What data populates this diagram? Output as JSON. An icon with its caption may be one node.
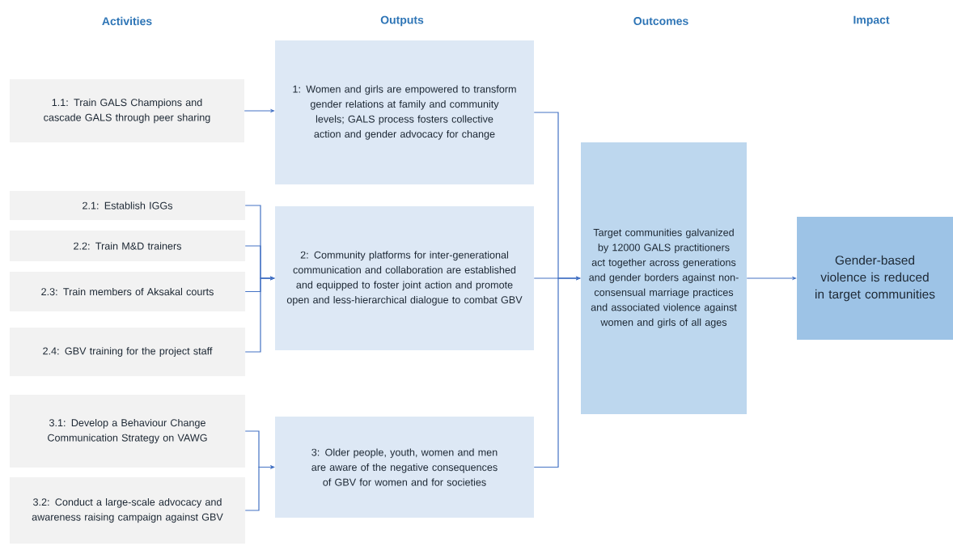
{
  "diagram": {
    "nodes": [
      {
        "text": [
          "1.1: Train GALS Champions and cascade GALS through peer sharing"
        ]
      },
      {
        "text": [
          "1: Women and girls are empowered to transform gender relations at family and community levels; GALS process fosters collective action and gender advocacy for change"
        ]
      },
      {
        "text": [
          "2.1: Establish IGGs"
        ]
      },
      {
        "text": [
          "2.2: Train M&D trainers"
        ]
      },
      {
        "text": [
          "2.3: Train members of Aksakal courts"
        ]
      },
      {
        "text": [
          "2.4: GBV training for the project staff"
        ]
      },
      {
        "text": [
          "2: Community platforms for inter-generational communication and collaboration are established and equipped to foster joint action and promote open and less-hierarchical dialogue to combat GBV"
        ]
      },
      {
        "text": [
          "3.1: Develop a Behaviour Change Communication Strategy on VAWG"
        ]
      },
      {
        "text": [
          "3.2: Conduct a large-scale advocacy and awareness raising campaign against GBV"
        ]
      },
      {
        "text": [
          "3: Older people, youth, women and men are aware of the negative consequences of GBV for women and for societies"
        ]
      },
      {
        "text": [
          "Target communities galvanized by 12000 GALS practitioners act together across generations and gender borders against non-consensual marriage practices and associated violence against women and girls of all ages"
        ]
      },
      {
        "text": [
          "Gender-based violence is reduced in target communities"
        ]
      }
    ],
    "edges": [
      {
        "from": 0,
        "to": 1,
        "arrow": "to"
      },
      {
        "from": 2,
        "to": 6,
        "arrow": "to"
      },
      {
        "from": 3,
        "to": 6,
        "arrow": "to"
      },
      {
        "from": 4,
        "to": 6,
        "arrow": "to"
      },
      {
        "from": 5,
        "to": 6,
        "arrow": "to"
      },
      {
        "from": 7,
        "to": 9,
        "arrow": "to"
      },
      {
        "from": 8,
        "to": 9,
        "arrow": "to"
      },
      {
        "from": 1,
        "to": 10,
        "arrow": "to"
      },
      {
        "from": 6,
        "to": 10,
        "arrow": "to"
      },
      {
        "from": 9,
        "to": 10,
        "arrow": "to"
      },
      {
        "from": 10,
        "to": 11,
        "arrow": "to"
      }
    ],
    "labels": [
      "Activities",
      "Outputs",
      "Outcomes",
      "Impact"
    ]
  }
}
